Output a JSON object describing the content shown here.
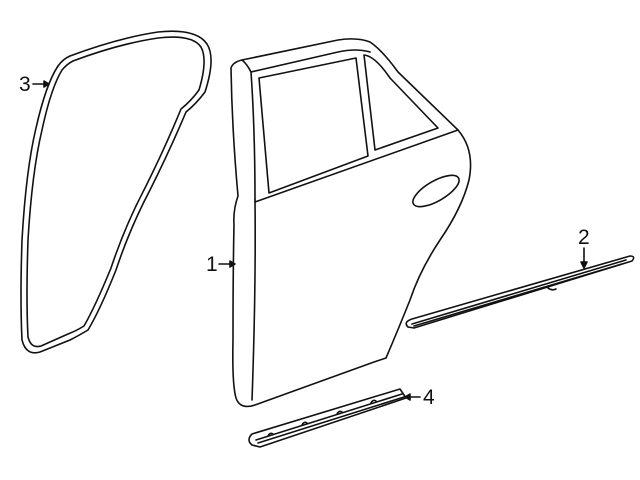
{
  "diagram": {
    "type": "exploded parts diagram",
    "subject": "rear door assembly",
    "background_color": "#ffffff",
    "line_color": "#111111",
    "parts": [
      {
        "callout": "1",
        "part": "door-shell"
      },
      {
        "callout": "2",
        "part": "belt-molding"
      },
      {
        "callout": "3",
        "part": "door-weatherstrip"
      },
      {
        "callout": "4",
        "part": "lower-molding"
      }
    ]
  }
}
